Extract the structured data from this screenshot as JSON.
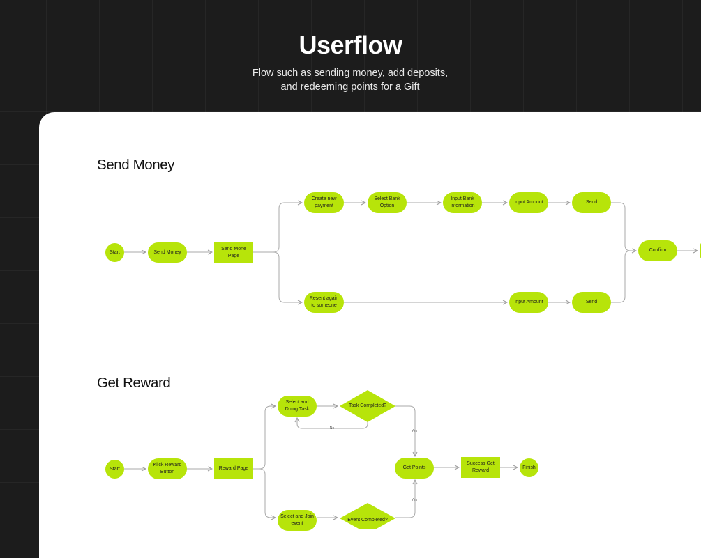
{
  "header": {
    "title": "Userflow",
    "subtitle": "Flow such as sending money, add deposits, and redeeming points for a Gift"
  },
  "colors": {
    "background": "#1c1c1c",
    "card": "#ffffff",
    "node": "#b7e40a",
    "connector": "#9a9a9a"
  },
  "send_money": {
    "title": "Send Money",
    "nodes": {
      "start": "Start",
      "send_money": "Send Money",
      "send_money_page": "Send Mone Page",
      "create_new_payment": "Create new payment",
      "select_bank_option": "Select Bank Option",
      "input_bank_information": "Input Bank Information",
      "input_amount_top": "Input Amount",
      "send_top": "Send",
      "confirm": "Confirm",
      "resent_again": "Resent again to someone",
      "input_amount_bottom": "Input Amount",
      "send_bottom": "Send"
    }
  },
  "get_reward": {
    "title": "Get Reward",
    "nodes": {
      "start": "Start",
      "klick_reward_button": "Klick Reward Button",
      "reward_page": "Reward Page",
      "select_doing_task": "Select and Doing Task",
      "task_completed": "Task Completed?",
      "get_points": "Get Points",
      "success_get_reward": "Success Get Reward",
      "finish": "Finish",
      "select_join_event": "Select and Join event",
      "event_completed": "Event Completed?"
    },
    "edge_labels": {
      "no": "No",
      "yes_top": "Yes",
      "yes_bottom": "Yes"
    }
  }
}
